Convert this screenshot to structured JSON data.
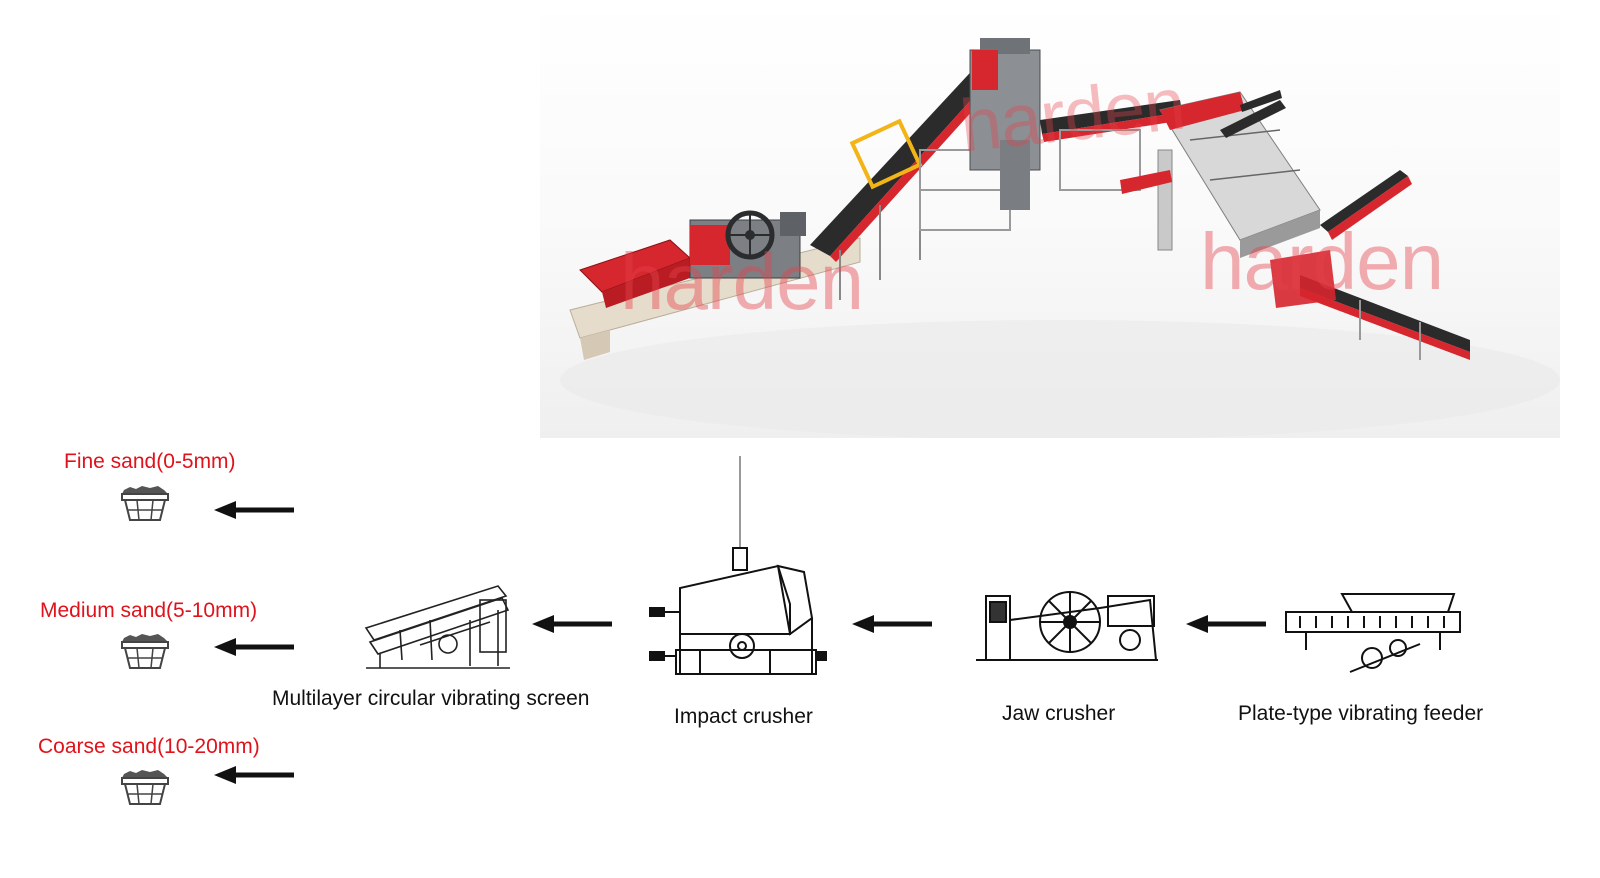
{
  "watermark": {
    "brand": "harden",
    "color": "#e7424c"
  },
  "outputs": [
    {
      "label": "Fine sand(0-5mm)",
      "icon": "sand-bin-icon"
    },
    {
      "label": "Medium sand(5-10mm)",
      "icon": "sand-bin-icon"
    },
    {
      "label": "Coarse sand(10-20mm)",
      "icon": "sand-bin-icon"
    }
  ],
  "equipment": [
    {
      "label": "Multilayer circular vibrating screen",
      "icon": "vibrating-screen-icon"
    },
    {
      "label": "Impact crusher",
      "icon": "impact-crusher-icon"
    },
    {
      "label": "Jaw crusher",
      "icon": "jaw-crusher-icon"
    },
    {
      "label": "Plate-type vibrating feeder",
      "icon": "vibrating-feeder-icon"
    }
  ],
  "colors": {
    "accent": "#e0121b",
    "machine_red": "#d6262e",
    "machine_gray": "#8c8f93",
    "line": "#111111"
  }
}
